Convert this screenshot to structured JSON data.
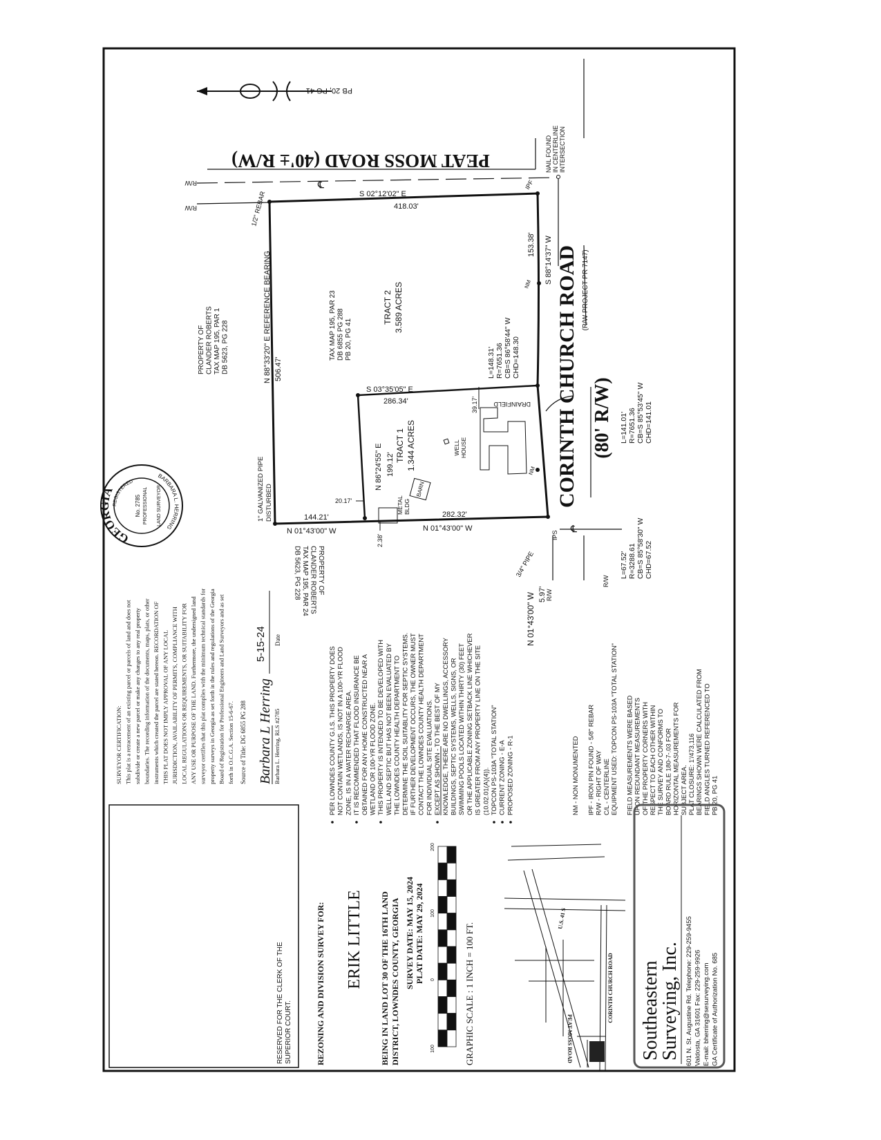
{
  "plat": {
    "peat_moss_road": "PEAT MOSS ROAD (40'± R/W)",
    "pb_ref_top": "PB 20, PG 41",
    "rw": "R/W",
    "centerline_symbol": "℄",
    "north_bearing": "S 02°12'02\" E",
    "north_distance": "418.03'",
    "nail_found": [
      "NAIL FOUND",
      "IN CENTERLINE",
      "INTERSECTION"
    ],
    "ipf": "IPF",
    "east_bearing": "S 88°14'37\" W",
    "east_distance": "153.38'",
    "nm": "NM",
    "curve1": [
      "L=148.31'",
      "R=7651.36",
      "CB=S 86°58'44\" W",
      "CHD=148.30"
    ],
    "corinth_road": "CORINTH CHURCH ROAD",
    "corinth_rw": "(80' R/W)",
    "corinth_project": "(R/W PROJECT PR 7147)",
    "curve2": [
      "L=141.01'",
      "R=7651.36",
      "CB=S 85°53'45\" W",
      "CHD=141.01"
    ],
    "curve3": [
      "L=67.52'",
      "R=3288.61",
      "CB=S 85°58'30\" W",
      "CHD=67.52"
    ],
    "road_bearing": "N 01°43'00\" W",
    "road_distance": "5.97'",
    "pipe_34": "3/4\" PIPE",
    "ips": "IPS",
    "rebar_12": "1/2\" REBAR",
    "west_bearing": "N 88°33'20\" E   REFERENCE BEARING",
    "west_distance": "506.47'",
    "galv_pipe": [
      "1\" GALVANIZED PIPE",
      "DISTURBED"
    ],
    "adjoiner_north": [
      "PROPERTY OF",
      "CLANDER ROBERTS",
      "TAX MAP 195, PAR 1",
      "DB 5623, PG 228"
    ],
    "adjoiner_south": [
      "PROPERTY OF",
      "CLANDER ROBERTS",
      "TAX MAP 195, PAR 24",
      "DB 5623, PG 228"
    ],
    "tax_map": [
      "TAX MAP 195, PAR 23",
      "DB 6855 PG 288",
      "PB 20, PG 41"
    ],
    "tract2": [
      "TRACT 2",
      "3.589 ACRES"
    ],
    "tract1": [
      "TRACT 1",
      "1.344 ACRES"
    ],
    "div_top_bearing": "S 03°35'05\" E",
    "div_top_distance": "286.34'",
    "div_side_bearing": "N 86°24'55\" E",
    "div_side_distance": "199.12'",
    "south1_bearing": "N 01°43'00\" W",
    "south1_distance": "144.21'",
    "south2_bearing": "N 01°43'00\" W",
    "south2_distance": "282.32'",
    "offset_a": "20.17'",
    "offset_b": "2.38'",
    "offset_c": "39.17'",
    "well_house": [
      "WELL",
      "HOUSE"
    ],
    "drainfield": "DRAINFIELD",
    "metal_bldg": [
      "METAL",
      "BLDG"
    ],
    "barn": "BARN"
  },
  "seal": {
    "state": "GEORGIA",
    "registered": "REGISTERED",
    "number": "No. 2785",
    "professional": "PROFESSIONAL",
    "land_surveyor": "LAND SURVEYOR",
    "name": "BARBARA L. HERRING"
  },
  "certification": {
    "lines": [
      "SURVEYOR CERTIFICATION:",
      "This plat is a retracement of an existing parcel or parcels of land and does not",
      "subdivide or create a new parcel or make any changes to any real property",
      "boundaries.  The recording information of the documents, maps, plats, or other",
      "instruments which created the parcel are stated hereon.  RECORDATION OF",
      "THIS PLAT DOES NOT IMPLY APPROVAL OF ANY LOCAL",
      "JURISDICTION, AVAILABILITY OF PERMITS, COMPLIANCE WITH",
      "LOCAL REGULATIONS OR REQUIREMENTS, OR SUITABILITY FOR",
      "ANY USE OR PURPOSE OF THE LAND.  Furthermore, the undersigned land",
      "surveyor certifies that this plat complies with the minimum technical standards for",
      "property surveys in Georgia as set forth in the rules and regulations of the Georgia",
      "Board of Registration for Professional Engineers and Land Surveyors and as set",
      "forth in O.C.G.A. Section 15-6-67."
    ],
    "source_of_title": "Source of Title: DG 6855 PG 288",
    "signature": "Barbara L Herring",
    "signer": "Barbara L. Herring, RLS #2785",
    "date_value": "5-15-24",
    "date_label": "Date"
  },
  "clerk_box": {
    "lines": [
      "RESERVED FOR THE CLERK OF THE",
      "SUPERIOR COURT."
    ]
  },
  "title_block": {
    "heading": "REZONING AND DIVISION SURVEY FOR:",
    "client": "ERIK LITTLE",
    "location": [
      "BEING IN LAND LOT 30 OF THE 16TH LAND",
      "DISTRICT, LOWNDES COUNTY, GEORGIA"
    ],
    "survey_date": "SURVEY DATE:  MAY 15, 2024",
    "plat_date": "PLAT DATE:  MAY 29, 2024",
    "scale_labels": [
      "100",
      "0",
      "100",
      "200"
    ],
    "scale_text": "GRAPHIC SCALE : 1  INCH =  100  FT."
  },
  "notes": {
    "lines": [
      "PER LOWNDES COUNTY G.I.S. THIS PROPERTY DOES",
      "NOT CONTAIN WETLANDS, IS NOT IN A 100-YR FLOOD",
      "ZONE, IS IN A WATER RECHARGE AREA.",
      "IT IS RECOMMENDED THAT FLOOD INSURANCE BE",
      "OBTAINED FOR ANY HOME CONSTRUCTED NEAR A",
      "WETLAND OR 100-YR FLOOD ZONE.",
      "THIS PROPERTY IS INTENDED TO BE DEVELOPED WITH",
      "WELL AND SEPTIC BUT HAS NOT BEEN EVALUATED BY",
      "THE LOWNDES COUNTY HEALTH DEPARTMENT TO",
      "DETERMINE THE SOIL SUITABLITY FOR SEPTIC SYSTEMS.",
      "IF FURTHER DEVELOPMENT OCCURS, THE OWNER MUST",
      "CONTACT THE LOWNDES COUNTY HEALTH DEPARTMENT",
      "FOR INDIVIDUAL SITE EVALUATIONS.",
      "EXCEPT AS SHOWN - TO THE BEST OF MY",
      "KNOWLEDGE, THERE ARE NO DWELLINGS, ACCESSORY",
      "BUILDINGS, SEPTIC SYSTEMS, WELLS, SIGNS, OR",
      "SWIMMING POOLS LOCATED WITHIN THIRTY (30) FEET",
      "OR THE APPLICABLE ZONING SETBACK LINE WHICHEVER",
      "IS GREATER FROM ANY PROPERTY LINE ON THE SITE",
      "(10.02.01(A)(4)).",
      "TOPCON PS-103A \"TOTAL STATION\"",
      "CURRENT ZONING - E-A",
      "PROPOSED ZONING - R-1"
    ]
  },
  "legend": {
    "lines": [
      "NM  -  NON MONUMENTED",
      "",
      "IPF  -  IRON PIN FOUND   -  5/8\"  REBAR",
      "R/W        -  RIGHT OF WAY",
      "C/L        -  CENTERLINE",
      "EQUIPMENT USED:  TOPCON PS-103A  \"TOTAL STATION\"",
      "",
      "FIELD MEASUREMENTS WERE BASED",
      "UPON REDUNDANT MEASUREMENTS",
      "OF THE PROPERTY CORNERS WITH",
      "RESPECT TO EACH OTHER WITHIN",
      "THE SURVEY AND CONFORMS TO",
      "BOARD RULE 180-7-.03 FOR",
      "HORIZONTAL MEASUREMENTS FOR",
      "SUBJECT AREA.",
      "PLAT CLOSURE:  1'/473,116",
      "BEARINGS SHOWN WERE CALCULATED FROM",
      "FIELD ANGLES TURNED REFERENCED TO",
      "PB 20, PG 41"
    ]
  },
  "vicinity_map": {
    "us41": "U.S. 41 S",
    "corinth": "CORINTH CHURCH ROAD",
    "peat_moss": "PEAT MOSS ROAD"
  },
  "company": {
    "name_line1": "Southeastern",
    "name_line2": "Surveying, Inc.",
    "contact": [
      "601 N. St. Augustine Rd.    Telephone:  229-259-9455",
      "Valdosta, GA  31601                 Fax:  229-259-9926",
      "E-mail: bherring@sesurveying.com",
      "GA Certificate of Authorization No. 685"
    ]
  }
}
